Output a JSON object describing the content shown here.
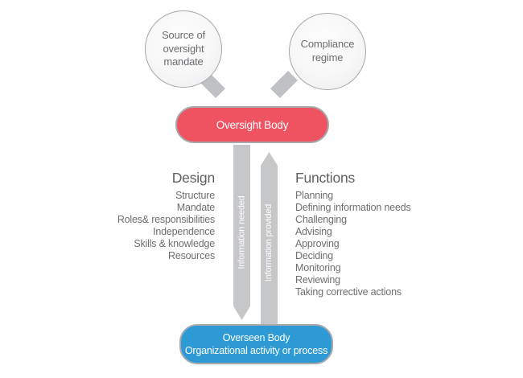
{
  "nodes": {
    "source_circle": {
      "line1": "Source of",
      "line2": "oversight",
      "line3": "mandate"
    },
    "compliance_circle": {
      "line1": "Compliance",
      "line2": "regime"
    },
    "oversight_body": {
      "label": "Oversight Body"
    },
    "overseen_body": {
      "line1": "Overseen Body",
      "line2": "Organizational activity or process"
    }
  },
  "arrows": {
    "down": {
      "label": "Information needed",
      "direction": "down"
    },
    "up": {
      "label": "Information provided",
      "direction": "up"
    }
  },
  "design": {
    "heading": "Design",
    "items": [
      "Structure",
      "Mandate",
      "Roles& responsibilities",
      "Independence",
      "Skills & knowledge",
      "Resources"
    ]
  },
  "functions": {
    "heading": "Functions",
    "items": [
      "Planning",
      "Defining information needs",
      "Challenging",
      "Advising",
      "Approving",
      "Deciding",
      "Monitoring",
      "Reviewing",
      "Taking corrective actions"
    ]
  },
  "colors": {
    "oversight_red": "#ef5261",
    "overseen_blue": "#2d9ad5",
    "arrow_gray": "#c6c7c9",
    "connector_gray": "#bfc1c4",
    "node_border_gray": "#a7a9ac",
    "text_gray": "#6d6f72",
    "background": "#ffffff"
  }
}
